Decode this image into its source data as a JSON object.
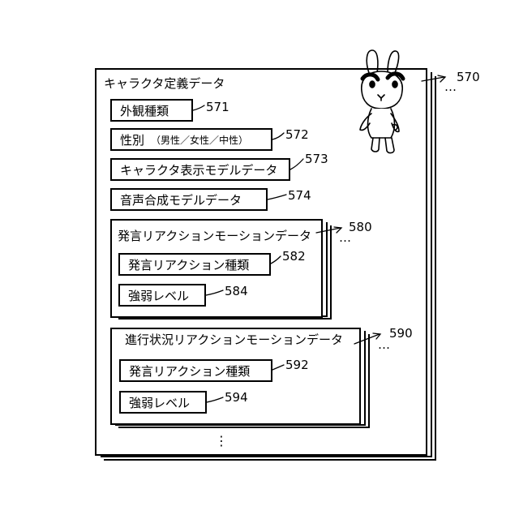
{
  "definition": {
    "title": "キャラクタ定義データ",
    "ref": "570",
    "ellipsis": "…",
    "bottom_ellipsis": "⋮"
  },
  "fields": {
    "appearance": {
      "label": "外観種類",
      "ref": "571"
    },
    "gender": {
      "label": "性別",
      "detail": "（男性／女性／中性）",
      "ref": "572"
    },
    "display_model": {
      "label": "キャラクタ表示モデルデータ",
      "ref": "573"
    },
    "voice_model": {
      "label": "音声合成モデルデータ",
      "ref": "574"
    }
  },
  "speech_reaction": {
    "title": "発言リアクションモーションデータ",
    "ref": "580",
    "ellipsis": "…",
    "type": {
      "label": "発言リアクション種類",
      "ref": "582"
    },
    "level": {
      "label": "強弱レベル",
      "ref": "584"
    }
  },
  "progress_reaction": {
    "title": "進行状況リアクションモーションデータ",
    "ref": "590",
    "ellipsis": "…",
    "type": {
      "label": "発言リアクション種類",
      "ref": "592"
    },
    "level": {
      "label": "強弱レベル",
      "ref": "594"
    }
  },
  "mascot_icon": "rabbit-character-icon"
}
